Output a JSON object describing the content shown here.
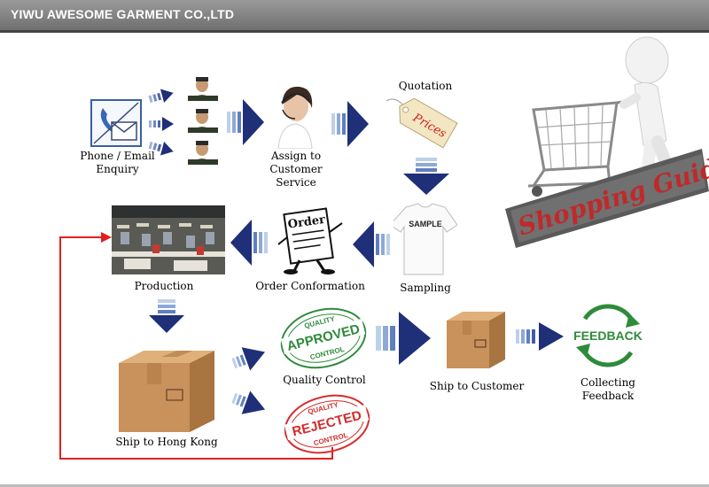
{
  "header": {
    "title": "YIWU AWESOME GARMENT CO.,LTD"
  },
  "steps": {
    "enquiry": "Phone / Email\nEnquiry",
    "assign": "Assign to\nCustomer Service",
    "quotation": "Quotation",
    "sampling": "Sampling",
    "order_confirmation": "Order Conformation",
    "production": "Production",
    "ship_hk": "Ship to Hong Kong",
    "quality_control": "Quality Control",
    "ship_customer": "Ship to Customer",
    "collecting_feedback": "Collecting\nFeedback"
  },
  "artwork": {
    "price_tag": "Prices",
    "shirt_print": "SAMPLE",
    "order_doc": "Order",
    "approved_stamp": {
      "top": "QUALITY",
      "main": "APPROVED",
      "bottom": "CONTROL"
    },
    "rejected_stamp": {
      "top": "QUALITY",
      "main": "REJECTED",
      "bottom": "CONTROL"
    },
    "feedback_badge": "FEEDBACK",
    "shopping_banner": "Shopping Guide"
  },
  "colors": {
    "arrow_dark": "#1f2f78",
    "return_line": "#e02020",
    "approved": "#2e8b3a",
    "rejected": "#d52b2b",
    "banner": "#c0292a"
  }
}
